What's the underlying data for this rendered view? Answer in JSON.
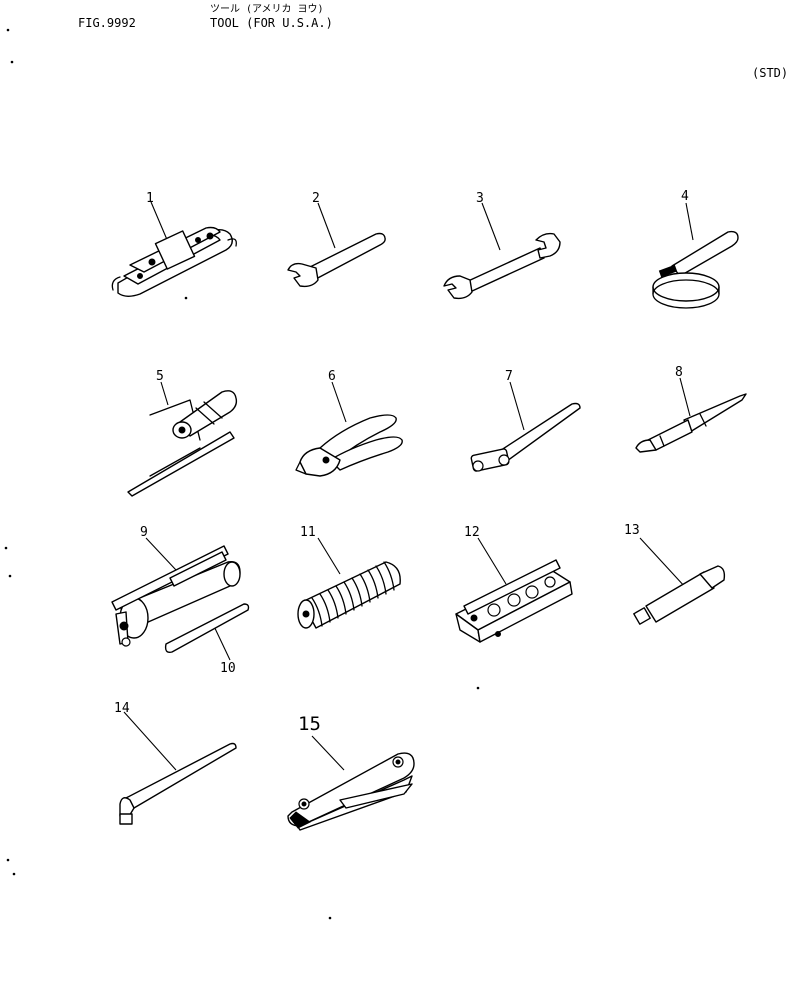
{
  "header": {
    "fig_label": "FIG.9992",
    "title_jp": "ツール (アメリカ ヨウ)",
    "title": "TOOL (FOR U.S.A.)",
    "std_label": "(STD)"
  },
  "callouts": [
    "1",
    "2",
    "3",
    "4",
    "5",
    "6",
    "7",
    "8",
    "9",
    "10",
    "11",
    "12",
    "13",
    "14",
    "15"
  ]
}
